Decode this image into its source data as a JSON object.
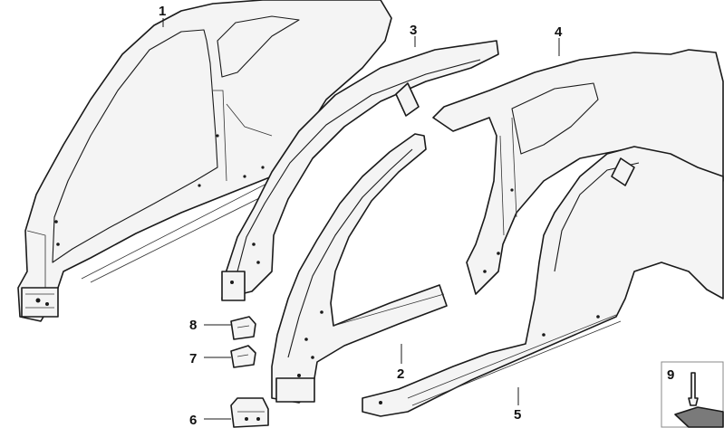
{
  "callouts": {
    "c1": "1",
    "c2": "2",
    "c3": "3",
    "c4": "4",
    "c5": "5",
    "c6": "6",
    "c7": "7",
    "c8": "8",
    "c9": "9"
  },
  "colors": {
    "line": "#1a1a1a",
    "fill": "#f4f4f4",
    "background": "#ffffff"
  }
}
